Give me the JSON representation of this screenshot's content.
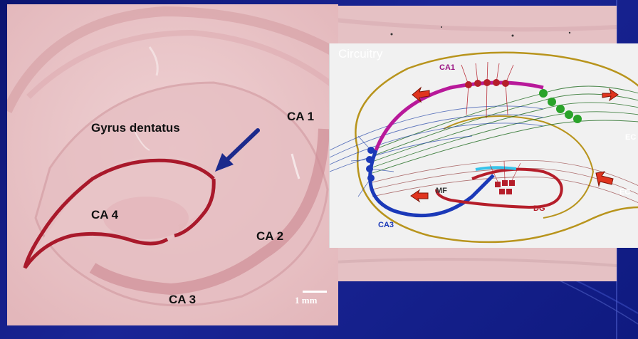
{
  "labels": {
    "gyrus_dentatus": "Gyrus dentatus",
    "ca1": "CA 1",
    "ca2": "CA 2",
    "ca3": "CA 3",
    "ca4": "CA 4",
    "scale": "1 mm"
  },
  "diagram": {
    "title": "Circuitry",
    "ca1": "CA1",
    "ca3": "CA3",
    "mf": "MF",
    "dg": "DG",
    "ec_top": "EC",
    "ec_bottom": "EC"
  },
  "colors": {
    "background": "#1a2596",
    "ca1_band": "#b8199a",
    "ca3_band": "#1b39b8",
    "dg_band": "#b51e2a",
    "ec_cells": "#2aa32a",
    "pointer_arrow": "#1c2a8c",
    "outline": "#b8941c",
    "flow_arrows": "#e0341e"
  }
}
